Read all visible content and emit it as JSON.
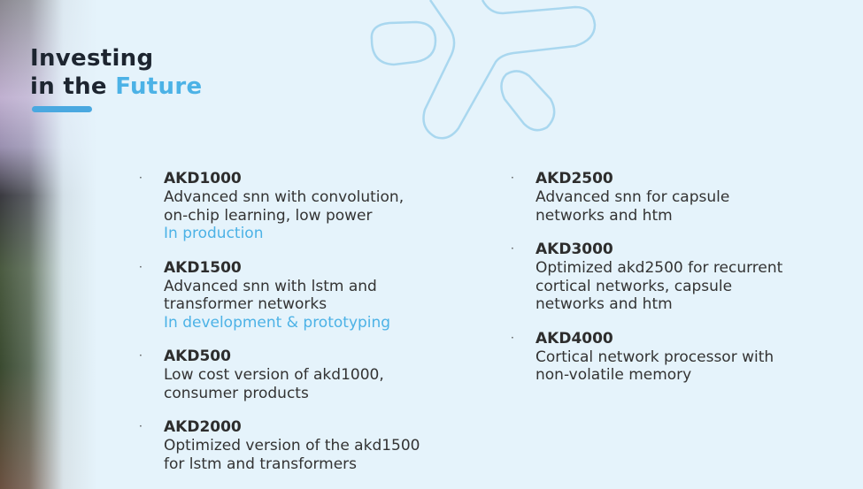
{
  "title": {
    "line1": "Investing",
    "line2_prefix": "in the",
    "line2_accent": "Future"
  },
  "colors": {
    "accent": "#4cb2e6",
    "background": "#e5f3fb",
    "text": "#2d2d2d"
  },
  "left_items": [
    {
      "name": "AKD1000",
      "lines": [
        "Advanced snn with convolution,",
        "on-chip learning, low power"
      ],
      "status": "In production"
    },
    {
      "name": "AKD1500",
      "lines": [
        "Advanced snn with lstm and",
        "transformer networks"
      ],
      "status": "In development & prototyping"
    },
    {
      "name": "AKD500",
      "lines": [
        "Low cost version of akd1000,",
        "consumer products"
      ]
    },
    {
      "name": "AKD2000",
      "lines": [
        "Optimized version of the akd1500",
        "for lstm and transformers"
      ]
    }
  ],
  "right_items": [
    {
      "name": "AKD2500",
      "lines": [
        "Advanced snn for capsule",
        "networks and htm"
      ]
    },
    {
      "name": "AKD3000",
      "lines": [
        "Optimized akd2500 for recurrent",
        "cortical networks, capsule",
        "networks and htm"
      ]
    },
    {
      "name": "AKD4000",
      "lines": [
        "Cortical network processor with",
        "non-volatile memory"
      ]
    }
  ]
}
